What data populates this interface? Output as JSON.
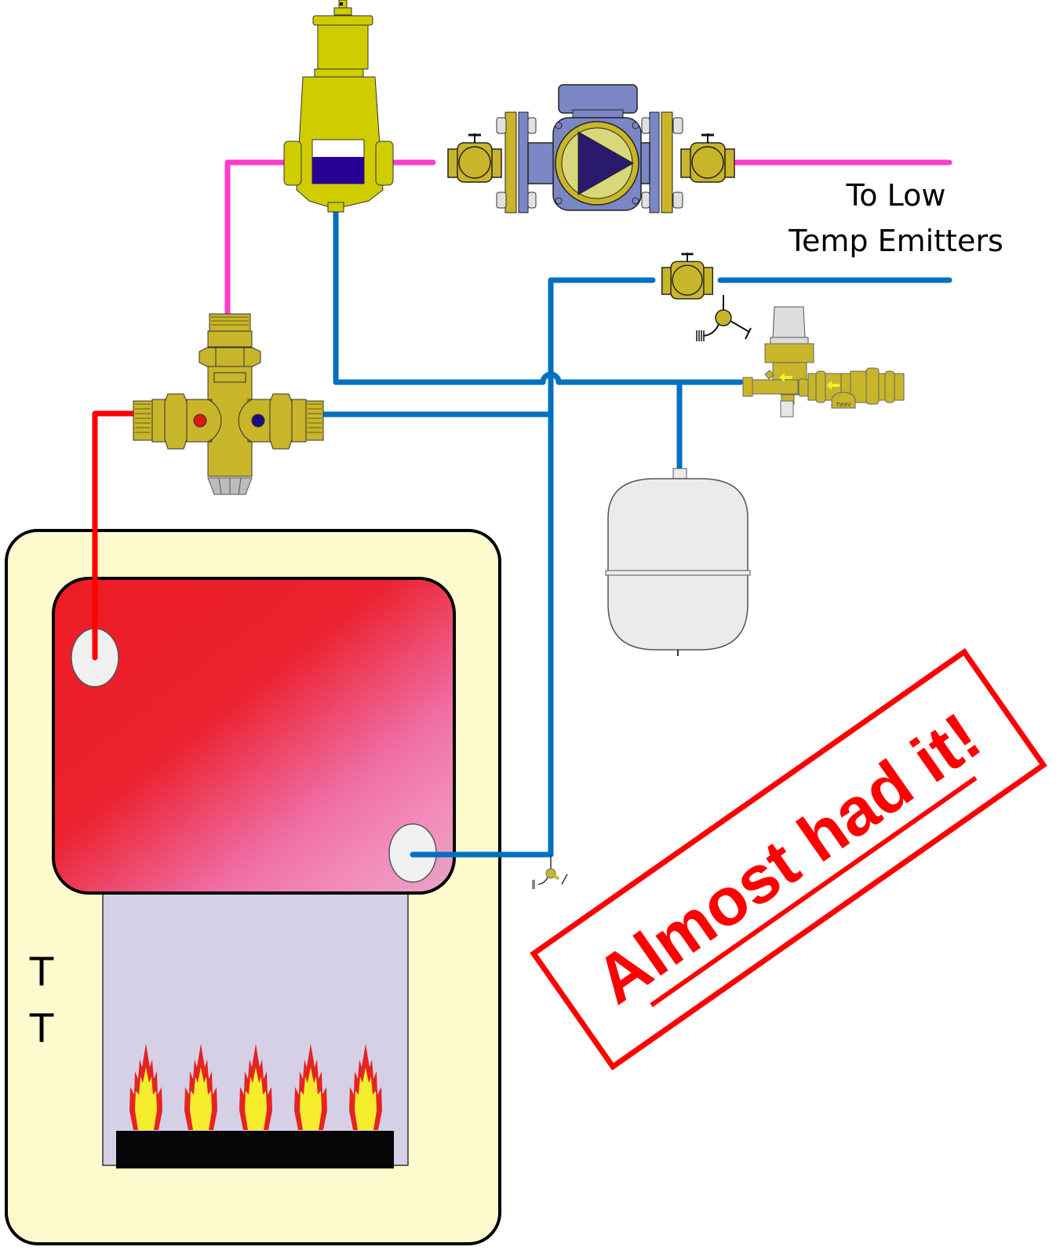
{
  "diagram": {
    "title": "Boiler system piping diagram",
    "labels": {
      "emitters_line1": "To Low",
      "emitters_line2": "Temp Emitters",
      "boiler_mark_1": "T",
      "boiler_mark_2": "T",
      "stamp": "Almost had it!",
      "vent_fitting": "VENT"
    },
    "components": [
      {
        "id": "boiler",
        "name": "Boiler"
      },
      {
        "id": "heat-exchanger",
        "name": "Heat exchanger"
      },
      {
        "id": "burner",
        "name": "Burner",
        "flame_count": 5
      },
      {
        "id": "mixing-valve",
        "name": "Thermostatic mixing valve"
      },
      {
        "id": "air-separator",
        "name": "Air separator"
      },
      {
        "id": "circulator-pump",
        "name": "Circulator pump"
      },
      {
        "id": "isolation-valve-left",
        "name": "Ball valve"
      },
      {
        "id": "isolation-valve-right",
        "name": "Ball valve"
      },
      {
        "id": "return-valve",
        "name": "Return ball valve with drain"
      },
      {
        "id": "fill-valve",
        "name": "Pressure reducing fill valve with backflow preventer"
      },
      {
        "id": "expansion-tank",
        "name": "Expansion tank"
      },
      {
        "id": "drain-valve",
        "name": "Boiler drain"
      }
    ],
    "colors": {
      "hot_supply": "#ff0000",
      "mixed_supply": "#ff3dc8",
      "return": "#0070c0",
      "brass": "#c8b52a",
      "separator_yellow": "#cfcc00",
      "pump_blue": "#7b86c4",
      "boiler_cabinet": "#fdfacd",
      "combustion_chamber": "#d6d0e6",
      "stamp_red": "#ff0000"
    }
  }
}
